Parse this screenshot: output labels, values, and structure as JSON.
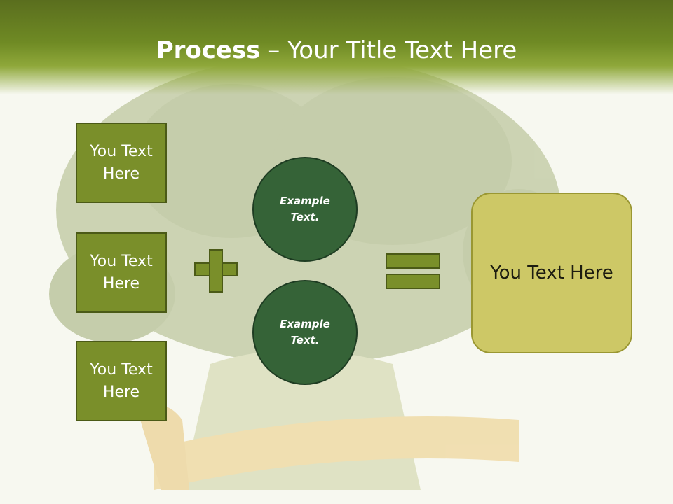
{
  "title": {
    "bold": "Process",
    "rest": " – Your Title Text Here"
  },
  "left_boxes": [
    {
      "label": "You Text Here"
    },
    {
      "label": "You Text Here"
    },
    {
      "label": "You Text Here"
    }
  ],
  "circles": [
    {
      "label": "Example Text."
    },
    {
      "label": "Example Text."
    }
  ],
  "result": {
    "label": "You Text Here"
  },
  "colors": {
    "header": "#6f8a24",
    "box": "#7a8f2a",
    "circle": "#356337",
    "result": "#cdc866"
  }
}
